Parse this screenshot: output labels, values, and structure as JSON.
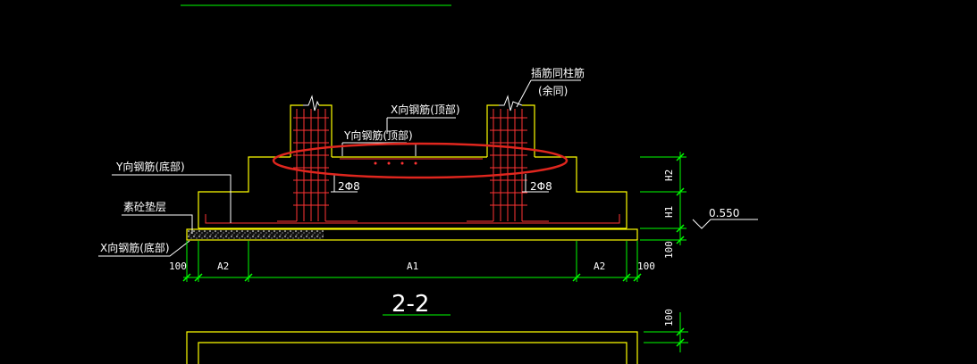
{
  "drawing": {
    "labels": {
      "chajin": "插筋同柱筋",
      "yutong": "(余同)",
      "x_top": "X向钢筋(顶部)",
      "y_top": "Y向钢筋(顶部)",
      "y_bottom": "Y向钢筋(底部)",
      "plain_concrete": "素砼垫层",
      "x_bottom": "X向钢筋(底部)",
      "stirrup_left": "2Φ8",
      "stirrup_right": "2Φ8"
    },
    "dimensions": {
      "d100_left": "100",
      "a2_left": "A2",
      "a1": "A1",
      "a2_right": "A2",
      "d100_right": "100",
      "h2": "H2",
      "h1": "H1",
      "d100_vert": "100",
      "d100_vert_bottom": "100",
      "elevation": "0.550"
    },
    "section_title": "2-2"
  },
  "colors": {
    "background": "#000000",
    "concrete_outline": "#ffff00",
    "rebar": "#ff3333",
    "dimension": "#00ff00",
    "leader": "#ffffff",
    "highlight_ellipse": "#e0261e"
  }
}
